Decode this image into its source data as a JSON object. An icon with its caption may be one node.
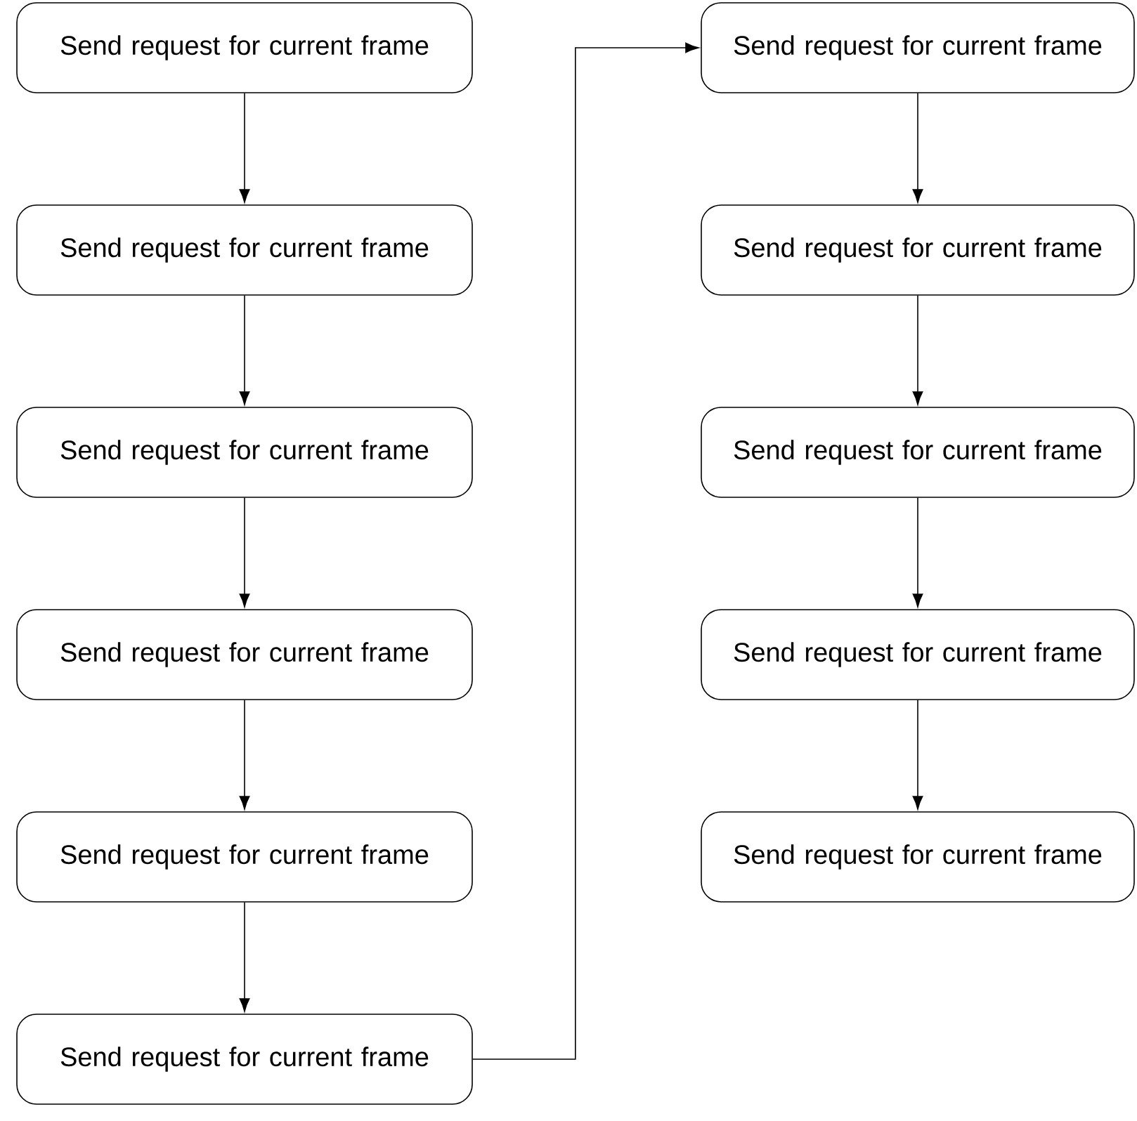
{
  "diagram": {
    "nodes": [
      {
        "text": [
          "Send request for current frame"
        ]
      },
      {
        "text": [
          "Send request for current frame"
        ]
      },
      {
        "text": [
          "Send request for current frame"
        ]
      },
      {
        "text": [
          "Send request for current frame"
        ]
      },
      {
        "text": [
          "Send request for current frame"
        ]
      },
      {
        "text": [
          "Send request for current frame"
        ]
      },
      {
        "text": [
          "Send request for current frame"
        ]
      },
      {
        "text": [
          "Send request for current frame"
        ]
      },
      {
        "text": [
          "Send request for current frame"
        ]
      },
      {
        "text": [
          "Send request for current frame"
        ]
      },
      {
        "text": [
          "Send request for current frame"
        ]
      }
    ],
    "edges": [
      {
        "from": 0,
        "to": 1,
        "arrow": "to"
      },
      {
        "from": 1,
        "to": 2,
        "arrow": "to"
      },
      {
        "from": 2,
        "to": 3,
        "arrow": "to"
      },
      {
        "from": 3,
        "to": 4,
        "arrow": "to"
      },
      {
        "from": 4,
        "to": 5,
        "arrow": "to"
      },
      {
        "from": 5,
        "to": 6,
        "arrow": "to"
      },
      {
        "from": 6,
        "to": 7,
        "arrow": "to"
      },
      {
        "from": 7,
        "to": 8,
        "arrow": "to"
      },
      {
        "from": 8,
        "to": 9,
        "arrow": "to"
      },
      {
        "from": 9,
        "to": 10,
        "arrow": "to"
      }
    ]
  }
}
